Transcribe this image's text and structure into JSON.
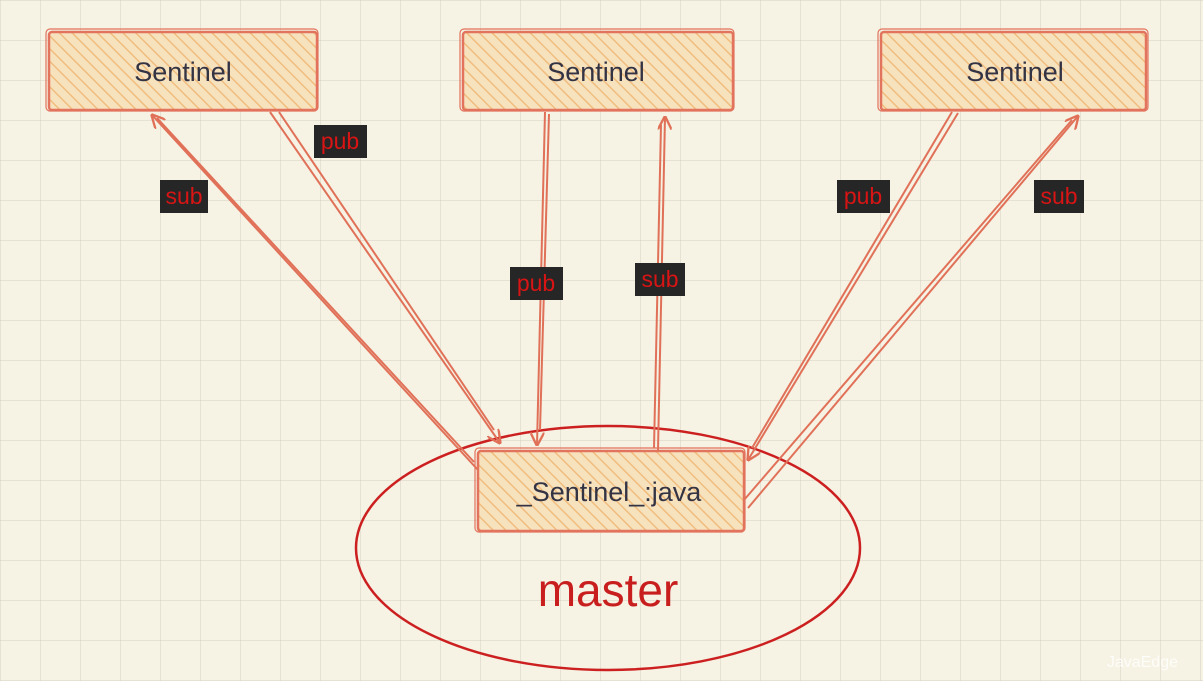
{
  "nodes": {
    "sentinel_left": "Sentinel",
    "sentinel_middle": "Sentinel",
    "sentinel_right": "Sentinel",
    "channel": "_Sentinel_:java",
    "master": "master"
  },
  "edge_labels": {
    "left_sub": "sub",
    "left_pub": "pub",
    "middle_pub": "pub",
    "middle_sub": "sub",
    "right_pub": "pub",
    "right_sub": "sub"
  },
  "watermark": "JavaEdge",
  "colors": {
    "edge": "#e07158",
    "box_border": "#e2735c",
    "box_fill": "#f7e2be",
    "hatch": "#f0bd7e",
    "tag_bg": "#262626",
    "tag_text": "#d81414",
    "master_ellipse": "#cc2020",
    "master_text": "#c81e1e",
    "node_text": "#333344"
  }
}
